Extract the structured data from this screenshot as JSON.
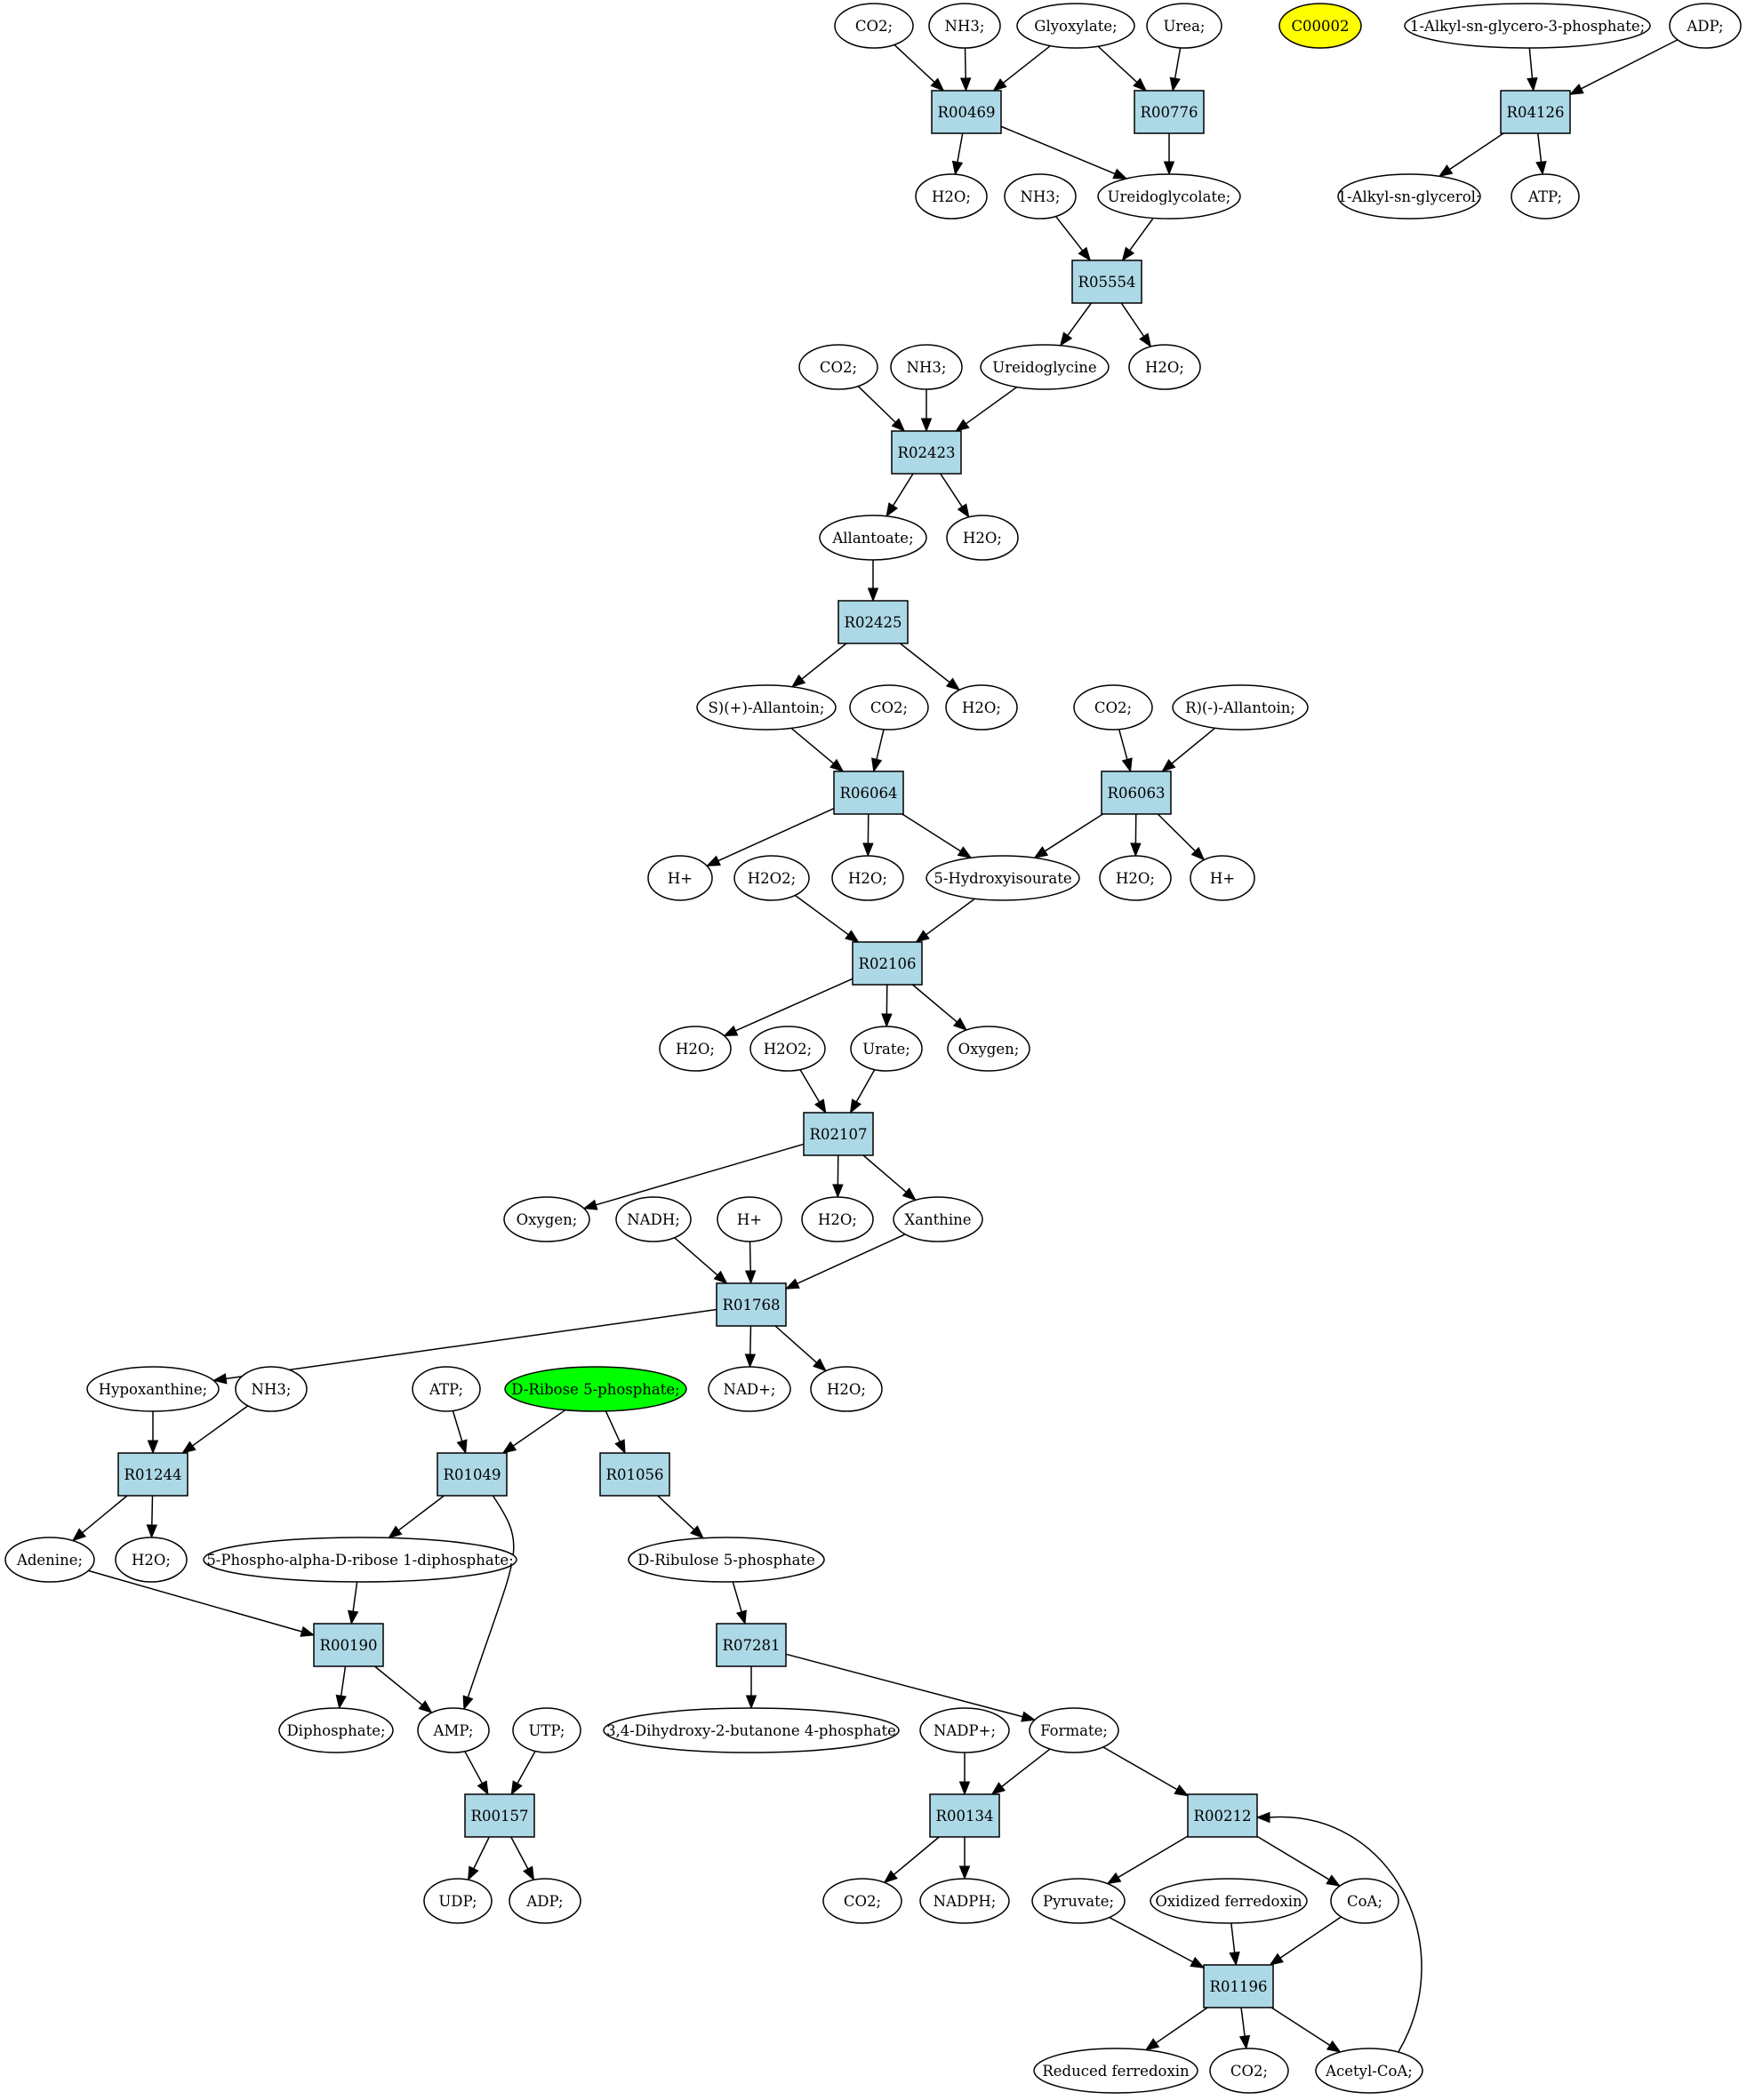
{
  "colors": {
    "reaction_fill": "#add8e6",
    "compound_fill": "#ffffff",
    "highlight_yellow": "#ffff00",
    "highlight_green": "#00ff00"
  },
  "nodes": [
    {
      "id": "co2_1",
      "label": "CO2;",
      "type": "compound"
    },
    {
      "id": "nh3_1",
      "label": "NH3;",
      "type": "compound"
    },
    {
      "id": "glyoxylate",
      "label": "Glyoxylate;",
      "type": "compound"
    },
    {
      "id": "urea",
      "label": "Urea;",
      "type": "compound"
    },
    {
      "id": "c00002",
      "label": "C00002",
      "type": "compound",
      "color": "#ffff00"
    },
    {
      "id": "alkylg3p",
      "label": "1-Alkyl-sn-glycero-3-phosphate;",
      "type": "compound"
    },
    {
      "id": "adp_1",
      "label": "ADP;",
      "type": "compound"
    },
    {
      "id": "r00469",
      "label": "R00469",
      "type": "reaction"
    },
    {
      "id": "r00776",
      "label": "R00776",
      "type": "reaction"
    },
    {
      "id": "r04126",
      "label": "R04126",
      "type": "reaction"
    },
    {
      "id": "h2o_1",
      "label": "H2O;",
      "type": "compound"
    },
    {
      "id": "nh3_2",
      "label": "NH3;",
      "type": "compound"
    },
    {
      "id": "ureidoglycolate",
      "label": "Ureidoglycolate;",
      "type": "compound"
    },
    {
      "id": "alkylglycerol",
      "label": "1-Alkyl-sn-glycerol;",
      "type": "compound"
    },
    {
      "id": "atp_1",
      "label": "ATP;",
      "type": "compound"
    },
    {
      "id": "r05554",
      "label": "R05554",
      "type": "reaction"
    },
    {
      "id": "co2_2",
      "label": "CO2;",
      "type": "compound"
    },
    {
      "id": "nh3_3",
      "label": "NH3;",
      "type": "compound"
    },
    {
      "id": "ureidoglycine",
      "label": "Ureidoglycine",
      "type": "compound"
    },
    {
      "id": "h2o_2",
      "label": "H2O;",
      "type": "compound"
    },
    {
      "id": "r02423",
      "label": "R02423",
      "type": "reaction"
    },
    {
      "id": "allantoate",
      "label": "Allantoate;",
      "type": "compound"
    },
    {
      "id": "h2o_3",
      "label": "H2O;",
      "type": "compound"
    },
    {
      "id": "r02425",
      "label": "R02425",
      "type": "reaction"
    },
    {
      "id": "sallantoin",
      "label": "S)(+)-Allantoin;",
      "type": "compound"
    },
    {
      "id": "co2_3",
      "label": "CO2;",
      "type": "compound"
    },
    {
      "id": "h2o_4",
      "label": "H2O;",
      "type": "compound"
    },
    {
      "id": "co2_4",
      "label": "CO2;",
      "type": "compound"
    },
    {
      "id": "rallantoin",
      "label": "R)(-)-Allantoin;",
      "type": "compound"
    },
    {
      "id": "r06064",
      "label": "R06064",
      "type": "reaction"
    },
    {
      "id": "r06063",
      "label": "R06063",
      "type": "reaction"
    },
    {
      "id": "hplus_1",
      "label": "H+",
      "type": "compound"
    },
    {
      "id": "h2o2_1",
      "label": "H2O2;",
      "type": "compound"
    },
    {
      "id": "h2o_5",
      "label": "H2O;",
      "type": "compound"
    },
    {
      "id": "hydroxyisourate",
      "label": "5-Hydroxyisourate",
      "type": "compound"
    },
    {
      "id": "h2o_6",
      "label": "H2O;",
      "type": "compound"
    },
    {
      "id": "hplus_2",
      "label": "H+",
      "type": "compound"
    },
    {
      "id": "r02106",
      "label": "R02106",
      "type": "reaction"
    },
    {
      "id": "h2o_7",
      "label": "H2O;",
      "type": "compound"
    },
    {
      "id": "h2o2_2",
      "label": "H2O2;",
      "type": "compound"
    },
    {
      "id": "urate",
      "label": "Urate;",
      "type": "compound"
    },
    {
      "id": "oxygen_1",
      "label": "Oxygen;",
      "type": "compound"
    },
    {
      "id": "r02107",
      "label": "R02107",
      "type": "reaction"
    },
    {
      "id": "oxygen_2",
      "label": "Oxygen;",
      "type": "compound"
    },
    {
      "id": "nadh",
      "label": "NADH;",
      "type": "compound"
    },
    {
      "id": "hplus_3",
      "label": "H+",
      "type": "compound"
    },
    {
      "id": "h2o_8",
      "label": "H2O;",
      "type": "compound"
    },
    {
      "id": "xanthine",
      "label": "Xanthine",
      "type": "compound"
    },
    {
      "id": "r01768",
      "label": "R01768",
      "type": "reaction"
    },
    {
      "id": "hypoxanthine",
      "label": "Hypoxanthine;",
      "type": "compound"
    },
    {
      "id": "nh3_4",
      "label": "NH3;",
      "type": "compound"
    },
    {
      "id": "atp_2",
      "label": "ATP;",
      "type": "compound"
    },
    {
      "id": "ribose5p",
      "label": "D-Ribose 5-phosphate;",
      "type": "compound",
      "color": "#00ff00"
    },
    {
      "id": "nadplus_1",
      "label": "NAD+;",
      "type": "compound"
    },
    {
      "id": "h2o_9",
      "label": "H2O;",
      "type": "compound"
    },
    {
      "id": "r01244",
      "label": "R01244",
      "type": "reaction"
    },
    {
      "id": "r01049",
      "label": "R01049",
      "type": "reaction"
    },
    {
      "id": "r01056",
      "label": "R01056",
      "type": "reaction"
    },
    {
      "id": "adenine",
      "label": "Adenine;",
      "type": "compound"
    },
    {
      "id": "h2o_10",
      "label": "H2O;",
      "type": "compound"
    },
    {
      "id": "prpp",
      "label": "5-Phospho-alpha-D-ribose 1-diphosphate;",
      "type": "compound"
    },
    {
      "id": "ribulose5p",
      "label": "D-Ribulose 5-phosphate",
      "type": "compound"
    },
    {
      "id": "r00190",
      "label": "R00190",
      "type": "reaction"
    },
    {
      "id": "r07281",
      "label": "R07281",
      "type": "reaction"
    },
    {
      "id": "diphosphate",
      "label": "Diphosphate;",
      "type": "compound"
    },
    {
      "id": "amp",
      "label": "AMP;",
      "type": "compound"
    },
    {
      "id": "utp",
      "label": "UTP;",
      "type": "compound"
    },
    {
      "id": "dhbp",
      "label": "3,4-Dihydroxy-2-butanone 4-phosphate",
      "type": "compound"
    },
    {
      "id": "nadpplus",
      "label": "NADP+;",
      "type": "compound"
    },
    {
      "id": "formate",
      "label": "Formate;",
      "type": "compound"
    },
    {
      "id": "r00157",
      "label": "R00157",
      "type": "reaction"
    },
    {
      "id": "r00134",
      "label": "R00134",
      "type": "reaction"
    },
    {
      "id": "r00212",
      "label": "R00212",
      "type": "reaction"
    },
    {
      "id": "udp",
      "label": "UDP;",
      "type": "compound"
    },
    {
      "id": "adp_2",
      "label": "ADP;",
      "type": "compound"
    },
    {
      "id": "co2_5",
      "label": "CO2;",
      "type": "compound"
    },
    {
      "id": "nadph",
      "label": "NADPH;",
      "type": "compound"
    },
    {
      "id": "pyruvate",
      "label": "Pyruvate;",
      "type": "compound"
    },
    {
      "id": "oxferredoxin",
      "label": "Oxidized ferredoxin",
      "type": "compound"
    },
    {
      "id": "coa",
      "label": "CoA;",
      "type": "compound"
    },
    {
      "id": "r01196",
      "label": "R01196",
      "type": "reaction"
    },
    {
      "id": "redferredoxin",
      "label": "Reduced ferredoxin",
      "type": "compound"
    },
    {
      "id": "co2_6",
      "label": "CO2;",
      "type": "compound"
    },
    {
      "id": "acetylcoa",
      "label": "Acetyl-CoA;",
      "type": "compound"
    }
  ],
  "edges": [
    {
      "from": "co2_1",
      "to": "r00469"
    },
    {
      "from": "nh3_1",
      "to": "r00469"
    },
    {
      "from": "glyoxylate",
      "to": "r00469"
    },
    {
      "from": "glyoxylate",
      "to": "r00776"
    },
    {
      "from": "urea",
      "to": "r00776"
    },
    {
      "from": "alkylg3p",
      "to": "r04126"
    },
    {
      "from": "adp_1",
      "to": "r04126"
    },
    {
      "from": "r00469",
      "to": "h2o_1"
    },
    {
      "from": "r00469",
      "to": "ureidoglycolate"
    },
    {
      "from": "r00776",
      "to": "ureidoglycolate"
    },
    {
      "from": "r04126",
      "to": "alkylglycerol"
    },
    {
      "from": "r04126",
      "to": "atp_1"
    },
    {
      "from": "nh3_2",
      "to": "r05554"
    },
    {
      "from": "ureidoglycolate",
      "to": "r05554"
    },
    {
      "from": "r05554",
      "to": "ureidoglycine"
    },
    {
      "from": "r05554",
      "to": "h2o_2"
    },
    {
      "from": "co2_2",
      "to": "r02423"
    },
    {
      "from": "nh3_3",
      "to": "r02423"
    },
    {
      "from": "ureidoglycine",
      "to": "r02423"
    },
    {
      "from": "r02423",
      "to": "allantoate"
    },
    {
      "from": "r02423",
      "to": "h2o_3"
    },
    {
      "from": "allantoate",
      "to": "r02425"
    },
    {
      "from": "r02425",
      "to": "sallantoin"
    },
    {
      "from": "r02425",
      "to": "h2o_4"
    },
    {
      "from": "sallantoin",
      "to": "r06064"
    },
    {
      "from": "co2_3",
      "to": "r06064"
    },
    {
      "from": "co2_4",
      "to": "r06063"
    },
    {
      "from": "rallantoin",
      "to": "r06063"
    },
    {
      "from": "r06064",
      "to": "hplus_1"
    },
    {
      "from": "r06064",
      "to": "h2o_5"
    },
    {
      "from": "r06064",
      "to": "hydroxyisourate"
    },
    {
      "from": "r06063",
      "to": "hydroxyisourate"
    },
    {
      "from": "r06063",
      "to": "h2o_6"
    },
    {
      "from": "r06063",
      "to": "hplus_2"
    },
    {
      "from": "h2o2_1",
      "to": "r02106"
    },
    {
      "from": "hydroxyisourate",
      "to": "r02106"
    },
    {
      "from": "r02106",
      "to": "h2o_7"
    },
    {
      "from": "r02106",
      "to": "urate"
    },
    {
      "from": "r02106",
      "to": "oxygen_1"
    },
    {
      "from": "h2o2_2",
      "to": "r02107"
    },
    {
      "from": "urate",
      "to": "r02107"
    },
    {
      "from": "r02107",
      "to": "oxygen_2"
    },
    {
      "from": "r02107",
      "to": "h2o_8"
    },
    {
      "from": "r02107",
      "to": "xanthine"
    },
    {
      "from": "nadh",
      "to": "r01768"
    },
    {
      "from": "hplus_3",
      "to": "r01768"
    },
    {
      "from": "xanthine",
      "to": "r01768"
    },
    {
      "from": "r01768",
      "to": "hypoxanthine"
    },
    {
      "from": "r01768",
      "to": "nadplus_1"
    },
    {
      "from": "r01768",
      "to": "h2o_9"
    },
    {
      "from": "hypoxanthine",
      "to": "r01244"
    },
    {
      "from": "nh3_4",
      "to": "r01244"
    },
    {
      "from": "atp_2",
      "to": "r01049"
    },
    {
      "from": "ribose5p",
      "to": "r01049"
    },
    {
      "from": "ribose5p",
      "to": "r01056"
    },
    {
      "from": "r01244",
      "to": "adenine"
    },
    {
      "from": "r01244",
      "to": "h2o_10"
    },
    {
      "from": "r01049",
      "to": "prpp"
    },
    {
      "from": "r01049",
      "to": "amp",
      "curve": "down-right"
    },
    {
      "from": "r01056",
      "to": "ribulose5p"
    },
    {
      "from": "adenine",
      "to": "r00190"
    },
    {
      "from": "prpp",
      "to": "r00190"
    },
    {
      "from": "ribulose5p",
      "to": "r07281"
    },
    {
      "from": "r00190",
      "to": "diphosphate"
    },
    {
      "from": "r00190",
      "to": "amp"
    },
    {
      "from": "r07281",
      "to": "dhbp"
    },
    {
      "from": "r07281",
      "to": "formate"
    },
    {
      "from": "amp",
      "to": "r00157"
    },
    {
      "from": "utp",
      "to": "r00157"
    },
    {
      "from": "nadpplus",
      "to": "r00134"
    },
    {
      "from": "formate",
      "to": "r00134"
    },
    {
      "from": "formate",
      "to": "r00212"
    },
    {
      "from": "r00157",
      "to": "udp"
    },
    {
      "from": "r00157",
      "to": "adp_2"
    },
    {
      "from": "r00134",
      "to": "co2_5"
    },
    {
      "from": "r00134",
      "to": "nadph"
    },
    {
      "from": "r00212",
      "to": "pyruvate"
    },
    {
      "from": "r00212",
      "to": "coa"
    },
    {
      "from": "pyruvate",
      "to": "r01196"
    },
    {
      "from": "oxferredoxin",
      "to": "r01196"
    },
    {
      "from": "coa",
      "to": "r01196"
    },
    {
      "from": "r01196",
      "to": "redferredoxin"
    },
    {
      "from": "r01196",
      "to": "co2_6"
    },
    {
      "from": "r01196",
      "to": "acetylcoa"
    },
    {
      "from": "acetylcoa",
      "to": "r00212",
      "curve": "loop-right"
    }
  ]
}
